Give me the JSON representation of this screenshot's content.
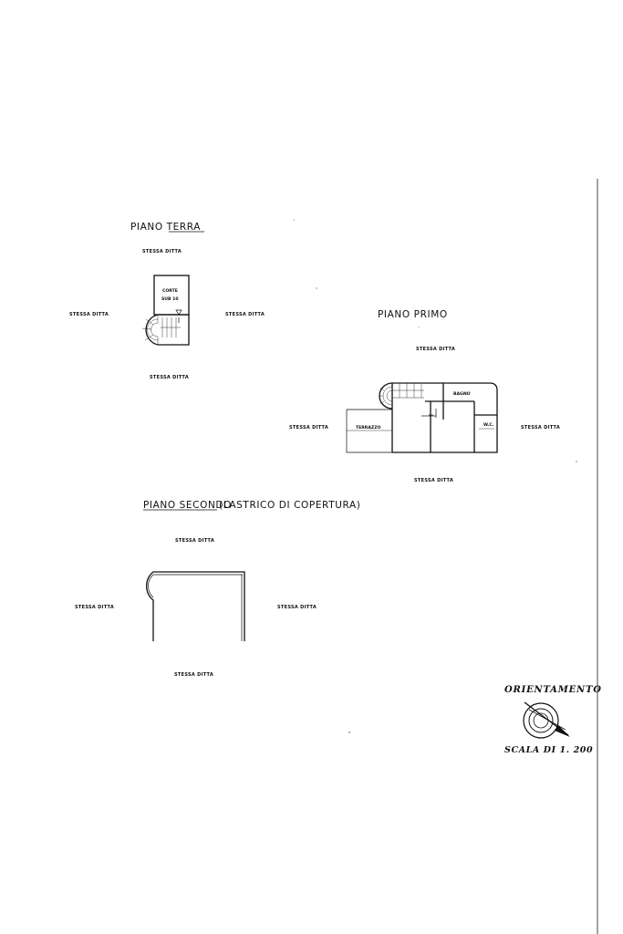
{
  "plans": {
    "ground": {
      "title": "PIANO TERRA",
      "neighbor": "STESSA DITTA",
      "room_line1": "CORTE",
      "room_line2": "SUB 10"
    },
    "first": {
      "title": "PIANO PRIMO",
      "neighbor": "STESSA DITTA",
      "room_terrace": "TERRAZZO",
      "room_bath": "BAGNO",
      "room_wc": "W.C."
    },
    "second": {
      "title": "PIANO SECONDO",
      "title_suffix": "(LASTRICO DI COPERTURA)",
      "neighbor": "STESSA DITTA"
    }
  },
  "orientation_label": "ORIENTAMENTO",
  "scale_label": "SCALA DI 1. 200",
  "icons": [
    "compass-rose-icon",
    "north-arrow-icon"
  ]
}
